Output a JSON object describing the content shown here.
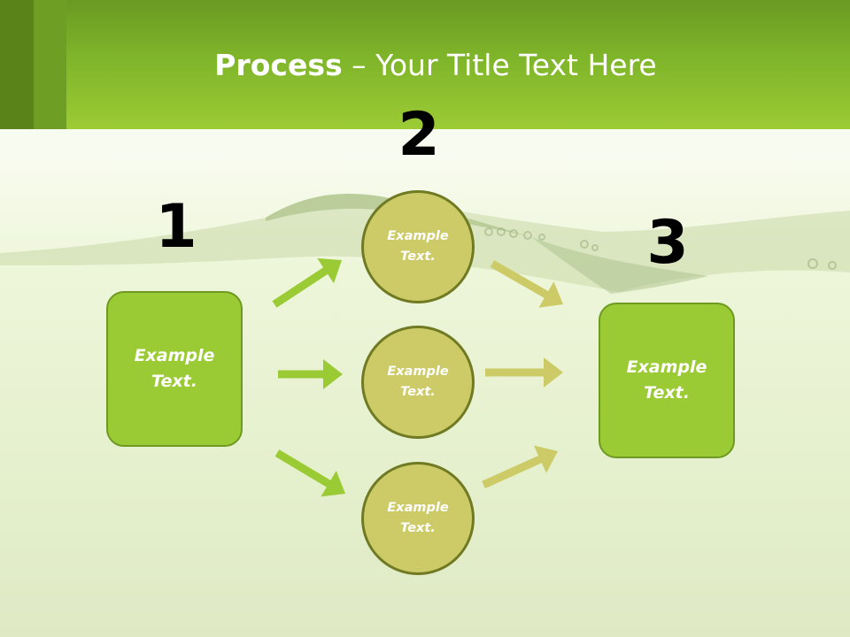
{
  "title": {
    "bold": "Process",
    "rest": " – Your Title Text Here"
  },
  "steps": [
    {
      "number": "1",
      "box_text": "Example Text."
    },
    {
      "number": "2",
      "circles": [
        "Example Text.",
        "Example Text.",
        "Example Text."
      ]
    },
    {
      "number": "3",
      "box_text": "Example Text."
    }
  ],
  "colors": {
    "header": "#9ccb35",
    "box_fill": "#9acb34",
    "circle_fill": "#cdcb68",
    "arrow_left": "#9acb34",
    "arrow_right": "#cdcb68"
  }
}
